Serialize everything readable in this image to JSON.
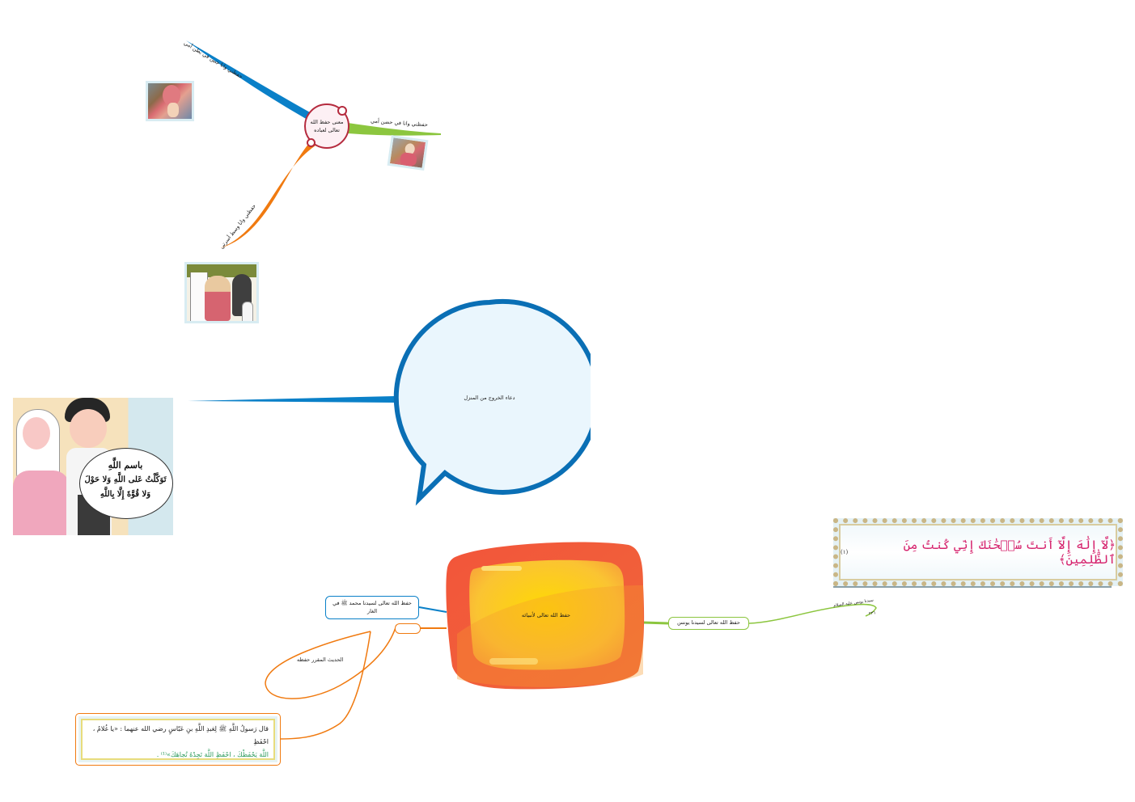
{
  "mindmap": {
    "topic1": {
      "center_label": "معنى حفظ الله تعالى لعباده",
      "branches": [
        {
          "label": "حفظني وانا جنين في بطن أمي",
          "color": "#0a80c8"
        },
        {
          "label": "حفظني وانا في حضن أمي",
          "color": "#8cc63f"
        },
        {
          "label": "حفظني وانا وسط أسرتي",
          "color": "#f07a10"
        }
      ],
      "images": [
        "mother-pregnant-illustration",
        "mother-holding-baby-illustration",
        "family-gathering-illustration"
      ]
    },
    "topic2": {
      "center_label": "دعاء الخروج من المنزل",
      "color": "#0a6fb5",
      "fill": "#eaf6fd",
      "image": {
        "name": "children-saying-dua-illustration",
        "speech_lines": [
          "باسم اللَّهِ",
          "تَوَكَّلْتُ عَلى اللَّهِ وَلا حَوْلَ",
          "وَلا قُوَّةَ إِلَّا بِاللَّهِ"
        ]
      }
    },
    "topic3": {
      "center_label": "حفظ الله تعالى لأنبيائه",
      "branches": [
        {
          "label": "حفظ الله تعالى لسيدنا محمد ﷺ في الغار",
          "color": "#0a80c8"
        },
        {
          "label": "",
          "color": "#f07a10"
        },
        {
          "label": "حفظ الله تعالى لسيدنا يونس",
          "color": "#8cc63f"
        }
      ],
      "sub_nodes": {
        "hadith_label": "الحديث المقرر حفظه",
        "hadith_text_line1": "قال رَسولُ اللَّهِ ﷺ لِعَبدِ اللَّهِ بنِ عَبّاسٍ رضي الله عنهما : «يا غُلامُ ، احْفَظِ",
        "hadith_text_line2": "اللَّهَ يَحْفَظْكَ ، احْفَظِ اللَّهَ تَجِدْهُ تُجاهَكَ»⁽¹⁾ .",
        "yunus_note_line1": "سيدنا يونس عليه السلام",
        "yunus_note_line2": "٢٣٦",
        "verse": "﴿لَّآ إِلَٰهَ إِلَّآ أَنتَ سُبۡحَٰنَكَ إِنِّي كُنتُ مِنَ ٱلظَّٰلِمِينَ﴾",
        "verse_ref": "(١)"
      }
    }
  }
}
